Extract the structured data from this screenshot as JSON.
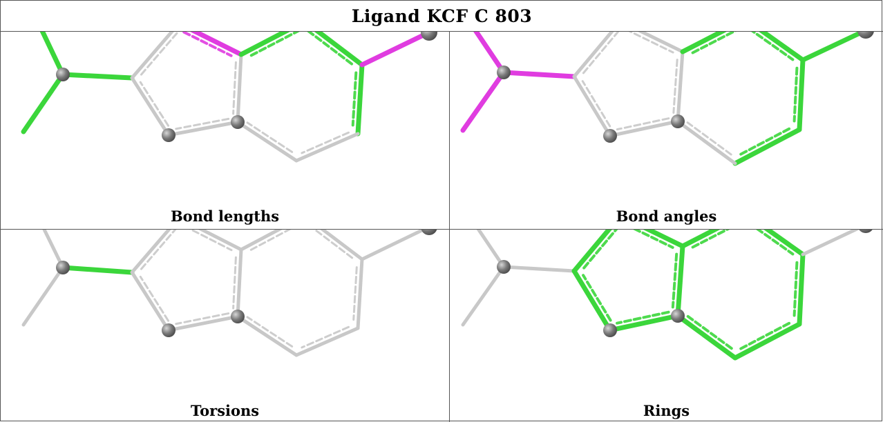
{
  "title": "Ligand KCF C 803",
  "panels": [
    {
      "id": "bond-lengths",
      "caption": "Bond lengths",
      "highlight": "bond-lengths"
    },
    {
      "id": "bond-angles",
      "caption": "Bond angles",
      "highlight": "bond-angles"
    },
    {
      "id": "torsions",
      "caption": "Torsions",
      "highlight": "torsions"
    },
    {
      "id": "rings",
      "caption": "Rings",
      "highlight": "rings"
    }
  ],
  "colors": {
    "bond_default": "#c8c8c8",
    "highlight_green": "#3bd63b",
    "highlight_magenta": "#e03ce0",
    "atom": "#7a7a7a",
    "border": "#555555"
  },
  "molecule": {
    "atoms": [
      {
        "id": "A",
        "sphere": false
      },
      {
        "id": "B",
        "sphere": true
      },
      {
        "id": "C",
        "sphere": false
      },
      {
        "id": "D",
        "sphere": false
      },
      {
        "id": "E",
        "sphere": true
      },
      {
        "id": "F",
        "sphere": true
      },
      {
        "id": "G",
        "sphere": false
      },
      {
        "id": "H",
        "sphere": true
      },
      {
        "id": "I",
        "sphere": false
      },
      {
        "id": "J",
        "sphere": false
      },
      {
        "id": "K",
        "sphere": false
      },
      {
        "id": "L",
        "sphere": false
      },
      {
        "id": "M",
        "sphere": true
      }
    ],
    "bonds": [
      {
        "a": "A",
        "b": "B",
        "aromatic": false,
        "hl": {
          "bond-lengths": "green",
          "bond-angles": "magenta"
        }
      },
      {
        "a": "C",
        "b": "B",
        "aromatic": false,
        "hl": {
          "bond-lengths": "green",
          "bond-angles": "magenta"
        }
      },
      {
        "a": "B",
        "b": "D",
        "aromatic": false,
        "hl": {
          "bond-lengths": "green",
          "bond-angles": "magenta",
          "torsions": "green"
        }
      },
      {
        "a": "D",
        "b": "E",
        "aromatic": true,
        "hl": {
          "rings": "green"
        }
      },
      {
        "a": "E",
        "b": "G",
        "aromatic": true,
        "hl": {
          "bond-lengths": "magenta",
          "rings": "green"
        }
      },
      {
        "a": "G",
        "b": "H",
        "aromatic": true,
        "hl": {
          "rings": "green"
        }
      },
      {
        "a": "H",
        "b": "F",
        "aromatic": true,
        "hl": {
          "rings": "green"
        }
      },
      {
        "a": "F",
        "b": "D",
        "aromatic": true,
        "hl": {
          "rings": "green"
        }
      },
      {
        "a": "G",
        "b": "I",
        "aromatic": true,
        "hl": {
          "bond-lengths": "green",
          "bond-angles": "green",
          "rings": "green"
        }
      },
      {
        "a": "I",
        "b": "J",
        "aromatic": true,
        "hl": {
          "bond-lengths": "green",
          "bond-angles": "green",
          "rings": "green"
        }
      },
      {
        "a": "J",
        "b": "K",
        "aromatic": true,
        "hl": {
          "bond-lengths": "green",
          "bond-angles": "green",
          "rings": "green"
        }
      },
      {
        "a": "K",
        "b": "L",
        "aromatic": true,
        "hl": {
          "bond-angles": "green",
          "rings": "green"
        }
      },
      {
        "a": "L",
        "b": "H",
        "aromatic": true,
        "hl": {
          "rings": "green"
        }
      },
      {
        "a": "J",
        "b": "M",
        "aromatic": false,
        "hl": {
          "bond-lengths": "magenta",
          "bond-angles": "green"
        }
      }
    ]
  }
}
